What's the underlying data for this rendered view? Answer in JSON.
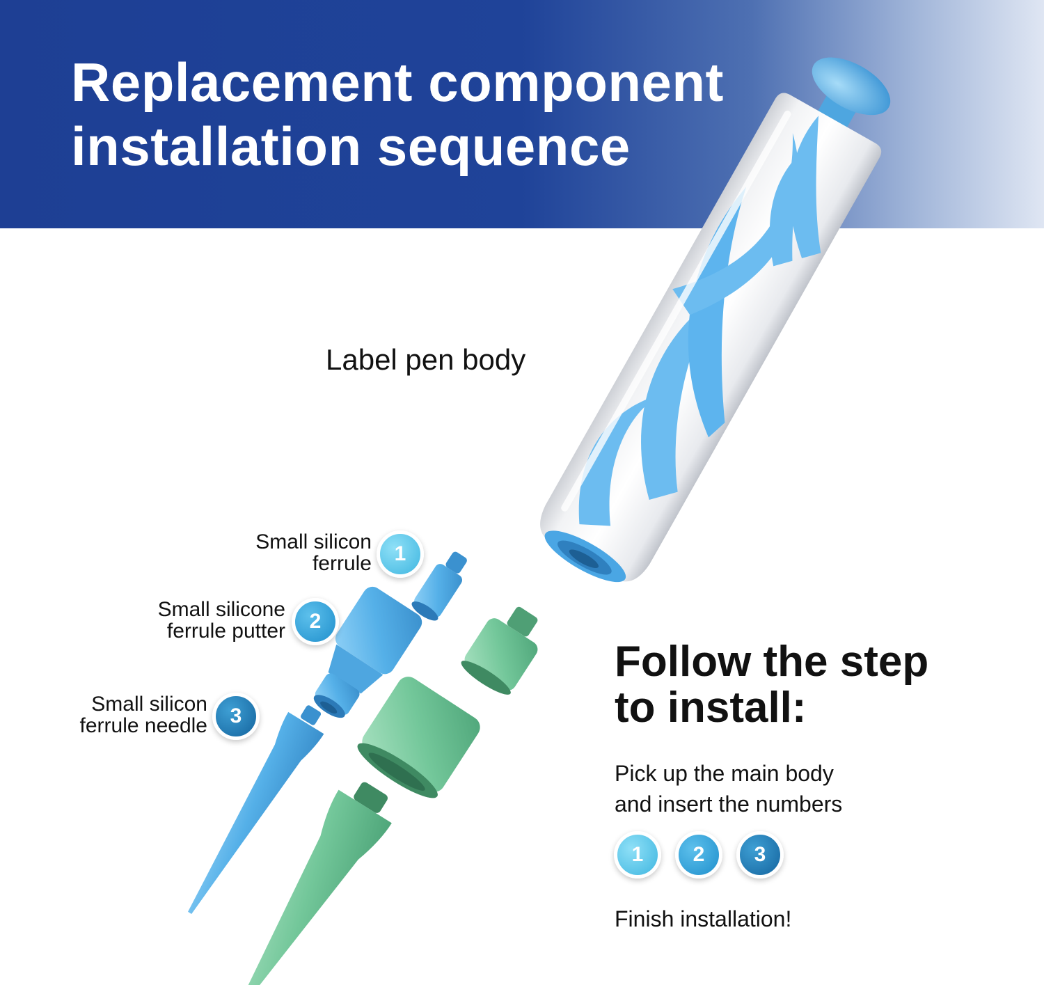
{
  "banner": {
    "title_line1": "Replacement component",
    "title_line2": "installation sequence"
  },
  "components": {
    "pen_body_label": "Label pen body",
    "part1": {
      "line1": "Small silicon",
      "line2": "ferrule",
      "number": "1"
    },
    "part2": {
      "line1": "Small silicone",
      "line2": "ferrule putter",
      "number": "2"
    },
    "part3": {
      "line1": "Small silicon",
      "line2": "ferrule needle",
      "number": "3"
    }
  },
  "instructions": {
    "title_line1": "Follow the step",
    "title_line2": "to install:",
    "text_line1": "Pick up the main body",
    "text_line2": "and insert the numbers",
    "steps": [
      "1",
      "2",
      "3"
    ],
    "finish": "Finish installation!"
  },
  "colors": {
    "banner_blue": "#1e3f94",
    "part_blue": "#5ab4ec",
    "part_green": "#73c79a",
    "badge_1": "#3fb6e0",
    "badge_2": "#1f8fcc",
    "badge_3": "#14649e"
  }
}
